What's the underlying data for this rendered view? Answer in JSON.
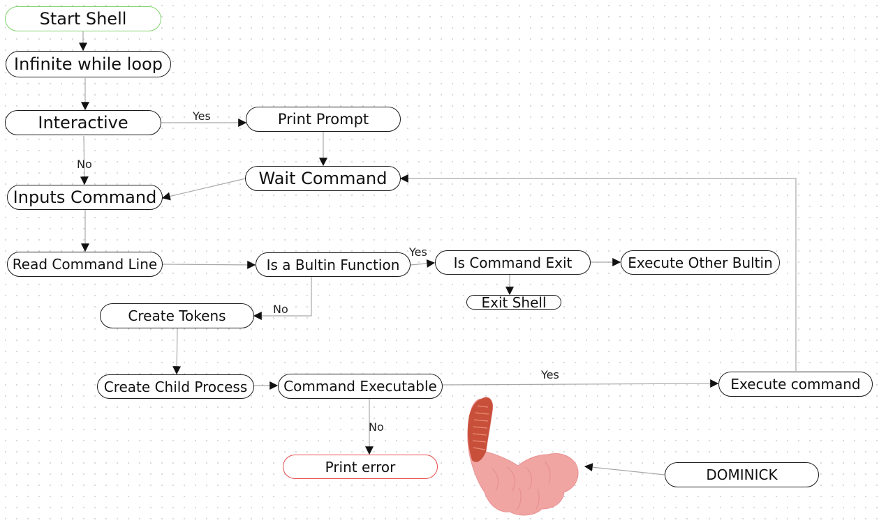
{
  "nodes": {
    "start_shell": "Start Shell",
    "infinite_loop": "Infinite while loop",
    "interactive": "Interactive",
    "print_prompt": "Print Prompt",
    "wait_command": "Wait Command",
    "inputs_command": "Inputs Command",
    "read_command_line": "Read Command Line",
    "is_builtin": "Is a Bultin Function",
    "is_command_exit": "Is Command Exit",
    "execute_other_builtin": "Execute Other Bultin",
    "exit_shell": "Exit Shell",
    "create_tokens": "Create Tokens",
    "create_child_process": "Create Child Process",
    "command_executable": "Command Executable",
    "execute_command": "Execute command",
    "print_error": "Print error",
    "dominick": "DOMINICK"
  },
  "edge_labels": {
    "interactive_yes": "Yes",
    "interactive_no": "No",
    "builtin_yes": "Yes",
    "builtin_no": "No",
    "executable_yes": "Yes",
    "executable_no": "No"
  },
  "colors": {
    "start_border": "#7fd46a",
    "error_border": "#e54b4b",
    "node_border": "#1a1a1a",
    "edge": "#a8a8a8",
    "worm_head": "#c8503a",
    "worm_body": "#f0a5a3"
  },
  "illustration": "pink-worm-sticker"
}
